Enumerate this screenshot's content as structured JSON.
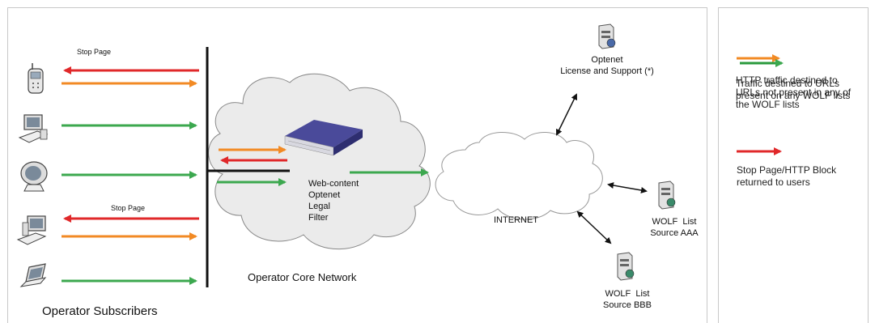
{
  "labels": {
    "stop_page_top": "Stop Page",
    "stop_page_bottom": "Stop Page",
    "filter": [
      "Web-content",
      "Optenet",
      "Legal",
      "Filter"
    ],
    "core_network": "Operator Core Network",
    "internet": "INTERNET",
    "subscribers": "Operator Subscribers",
    "optenet_support": [
      "Optenet",
      "License and Support (*)"
    ],
    "wolf_aaa": [
      "WOLF  List",
      "Source AAA"
    ],
    "wolf_bbb": [
      "WOLF  List",
      "Source BBB"
    ]
  },
  "legend": {
    "traffic_text": "HTTP traffic destined to URLs not present in any of the WOLF lists",
    "traffic_text_overlap": "Traffic destined to URLs present on any WOLF lists",
    "stop_text": "Stop Page/HTTP Block returned to users"
  },
  "colors": {
    "red": "#e0282a",
    "orange": "#f28a24",
    "green": "#3ca84f",
    "legend_green": "#2a9a3c",
    "line": "#111111",
    "cloud_fill": "#ebebeb",
    "cloud_stroke": "#888888",
    "server_blue": "#3c3c8c"
  }
}
